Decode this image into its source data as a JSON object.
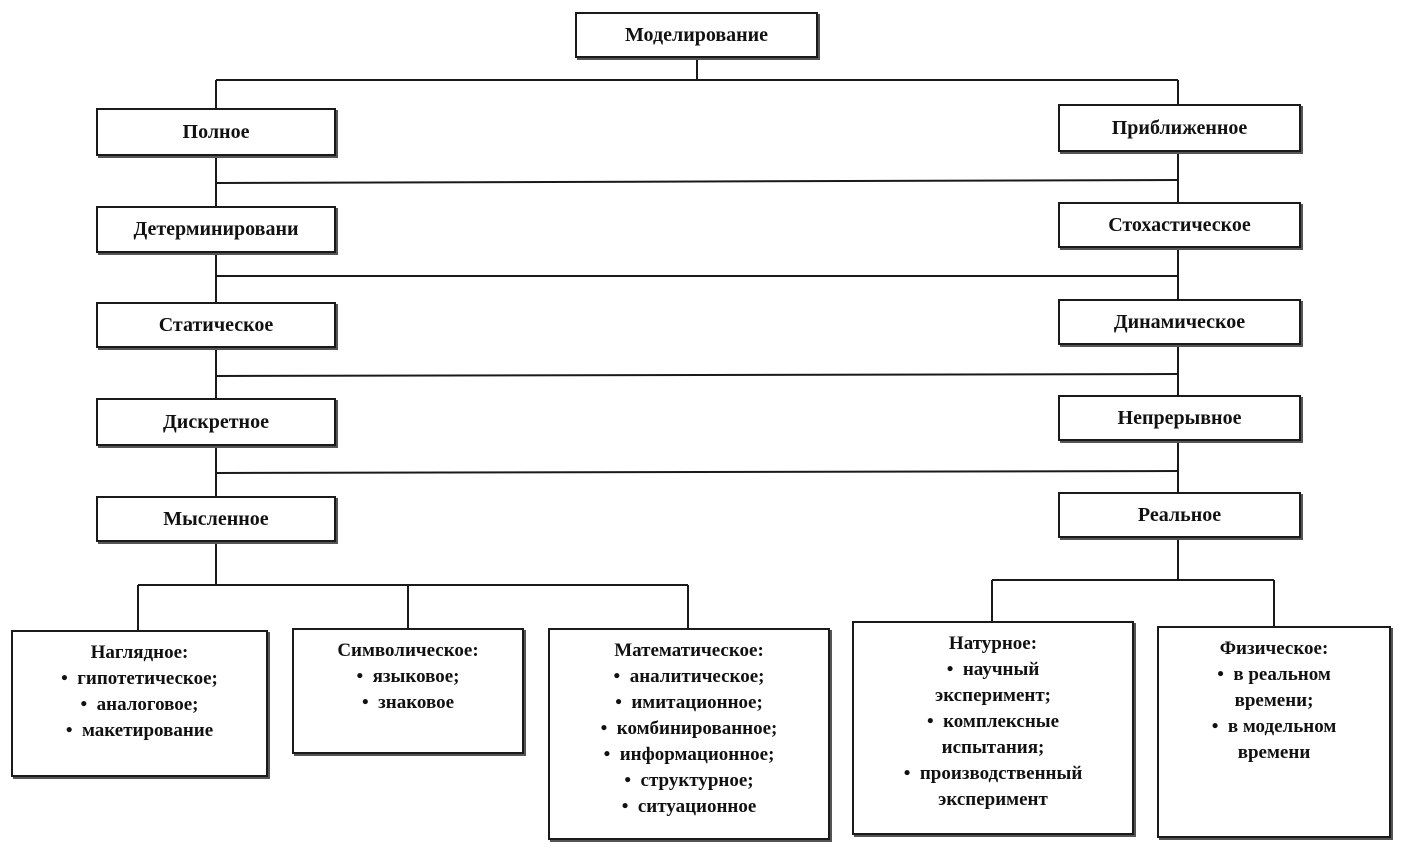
{
  "root": "Моделирование",
  "left": [
    "Полное",
    "Детерминировани",
    "Статическое",
    "Дискретное",
    "Мысленное"
  ],
  "right": [
    "Приближенное",
    "Стохастическое",
    "Динамическое",
    "Непрерывное",
    "Реальное"
  ],
  "mental": {
    "visual": {
      "title": "Наглядное:",
      "items": [
        "гипотетическое;",
        "аналоговое;",
        "макетирование"
      ]
    },
    "symbolic": {
      "title": "Символическое:",
      "items": [
        "языковое;",
        "знаковое"
      ]
    },
    "math": {
      "title": "Математическое:",
      "items": [
        "аналитическое;",
        "имитационное;",
        "комбинированное;",
        "информационное;",
        "структурное;",
        "ситуационное"
      ]
    }
  },
  "real": {
    "natural": {
      "title": "Натурное:",
      "items": [
        "научный",
        "эксперимент;",
        "комплексные",
        "испытания;",
        "производственный",
        "эксперимент"
      ]
    },
    "physical": {
      "title": "Физическое:",
      "items": [
        "в реальном",
        "времени;",
        "в модельном",
        "времени"
      ]
    }
  }
}
